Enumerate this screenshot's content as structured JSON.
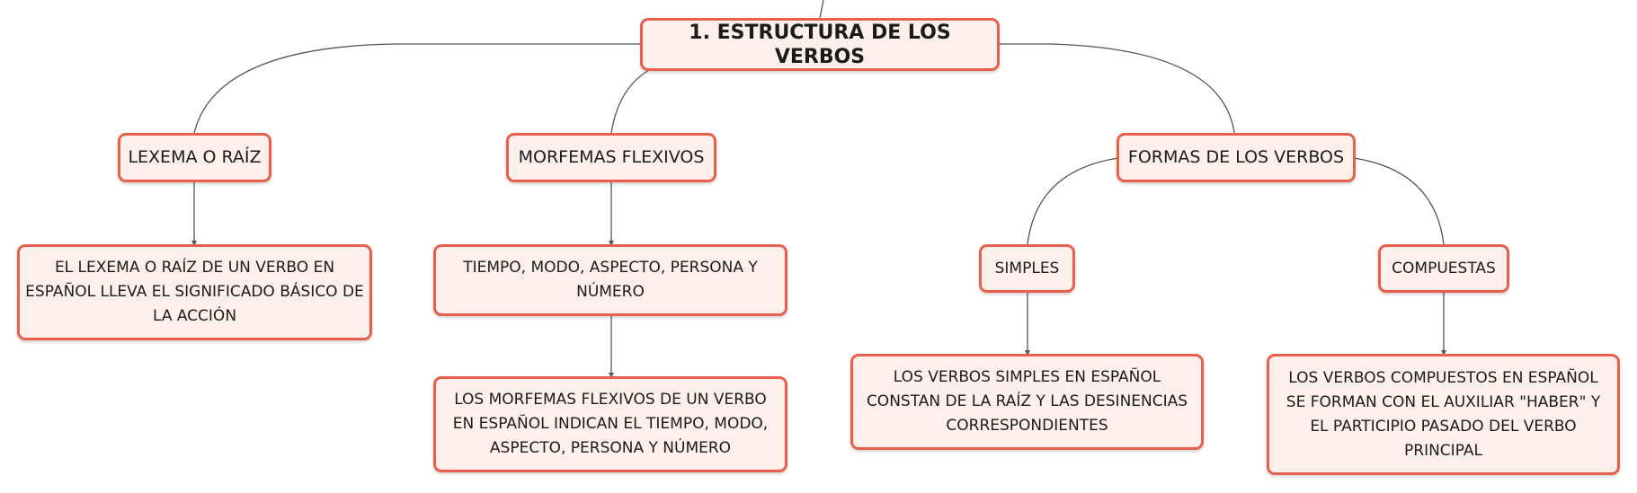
{
  "diagram": {
    "root": {
      "label": "1. ESTRUCTURA DE LOS VERBOS"
    },
    "branches": [
      {
        "label": "LEXEMA O RAÍZ",
        "children": [
          {
            "label": "EL LEXEMA O RAÍZ DE UN VERBO EN ESPAÑOL LLEVA EL SIGNIFICADO BÁSICO DE LA ACCIÓN"
          }
        ]
      },
      {
        "label": "MORFEMAS FLEXIVOS",
        "children": [
          {
            "label": "TIEMPO, MODO, ASPECTO, PERSONA Y NÚMERO",
            "children": [
              {
                "label": "LOS MORFEMAS FLEXIVOS DE UN VERBO EN ESPAÑOL INDICAN EL TIEMPO, MODO, ASPECTO, PERSONA Y NÚMERO"
              }
            ]
          }
        ]
      },
      {
        "label": "FORMAS DE LOS VERBOS",
        "children": [
          {
            "label": "SIMPLES",
            "children": [
              {
                "label": "LOS VERBOS SIMPLES EN ESPAÑOL CONSTAN DE LA RAÍZ Y LAS DESINENCIAS CORRESPONDIENTES"
              }
            ]
          },
          {
            "label": "COMPUESTAS",
            "children": [
              {
                "label": "LOS VERBOS COMPUESTOS EN ESPAÑOL SE FORMAN CON EL AUXILIAR \"HABER\" Y EL PARTICIPIO PASADO DEL VERBO PRINCIPAL"
              }
            ]
          }
        ]
      }
    ],
    "colors": {
      "node_border": "#e8604c",
      "node_fill": "#fdf0ec",
      "edge": "#555555",
      "text": "#1b1b1b"
    }
  }
}
